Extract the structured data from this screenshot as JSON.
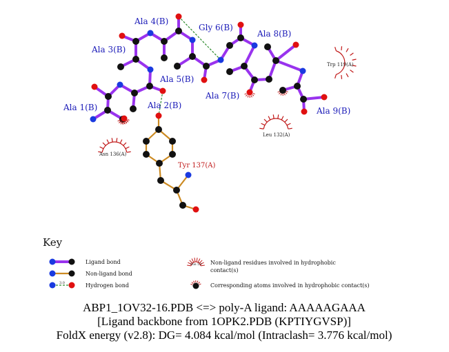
{
  "ligand_residues": [
    "Ala 1(B)",
    "Ala 2(B)",
    "Ala 3(B)",
    "Ala 4(B)",
    "Ala 5(B)",
    "Gly 6(B)",
    "Ala 7(B)",
    "Ala 8(B)",
    "Ala 9(B)"
  ],
  "nonligand_residue": "Tyr 137(A)",
  "hydrophobic_residues": [
    "Asn 136(A)",
    "Leu 132(A)",
    "Trp 119(A)"
  ],
  "key": {
    "title": "Key",
    "ligand_bond": "Ligand bond",
    "nonligand_bond": "Non-ligand bond",
    "hbond": "Hydrogen bond",
    "hbond_len": "3.0",
    "nonligand_residues_line1": "Non-ligand residues involved in hydrophobic",
    "nonligand_residues_line2": "contact(s)",
    "sample_residue": "His 53",
    "corresponding_atoms": "Corresponding atoms involved in hydrophobic contact(s)"
  },
  "caption": {
    "line1": "ABP1_1OV32-16.PDB <=> poly-A ligand: AAAAAGAAA",
    "line2": "[Ligand backbone from 1OPK2.PDB (KPTIYGVSP)]",
    "line3": "FoldX energy (v2.8): DG= 4.084 kcal/mol (Intraclash= 3.776 kcal/mol)"
  },
  "colors": {
    "ligand_bond": "#9933ee",
    "nonligand_bond": "#cc8a22",
    "hbond": "#2a8a2a",
    "carbon": "#111111",
    "nitrogen": "#1a3ae0",
    "oxygen": "#e01010",
    "hydrophobic": "#c01818",
    "residue_label": "#1a1ab8"
  }
}
